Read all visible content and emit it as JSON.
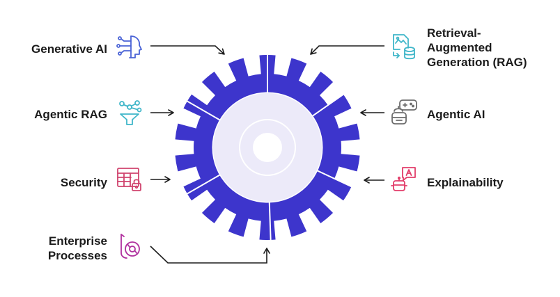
{
  "labels": {
    "generative_ai": "Generative AI",
    "agentic_rag": "Agentic RAG",
    "security": "Security",
    "enterprise_processes_line1": "Enterprise",
    "enterprise_processes_line2": "Processes",
    "retrieval_line1": "Retrieval-",
    "retrieval_line2": "Augmented",
    "retrieval_line3": "Generation (RAG)",
    "agentic_ai": "Agentic AI",
    "explainability": "Explainability"
  },
  "icons": {
    "generative_ai": "ai-head-circuit-icon",
    "agentic_rag": "funnel-network-icon",
    "security": "table-lock-icon",
    "enterprise_processes": "process-cycle-icon",
    "retrieval": "document-database-icon",
    "agentic_ai": "robot-gamepad-icon",
    "explainability": "robot-speech-icon"
  },
  "colors": {
    "gear": "#3d35cc",
    "gear_inner": "#eceaf9",
    "arrow": "#1b1b1b",
    "icon_blue": "#4a63d6",
    "icon_teal": "#3fb6c9",
    "icon_pink": "#d0446e",
    "icon_magenta": "#b0309e",
    "icon_grey": "#6c6c6c",
    "icon_red": "#e23d6a"
  }
}
